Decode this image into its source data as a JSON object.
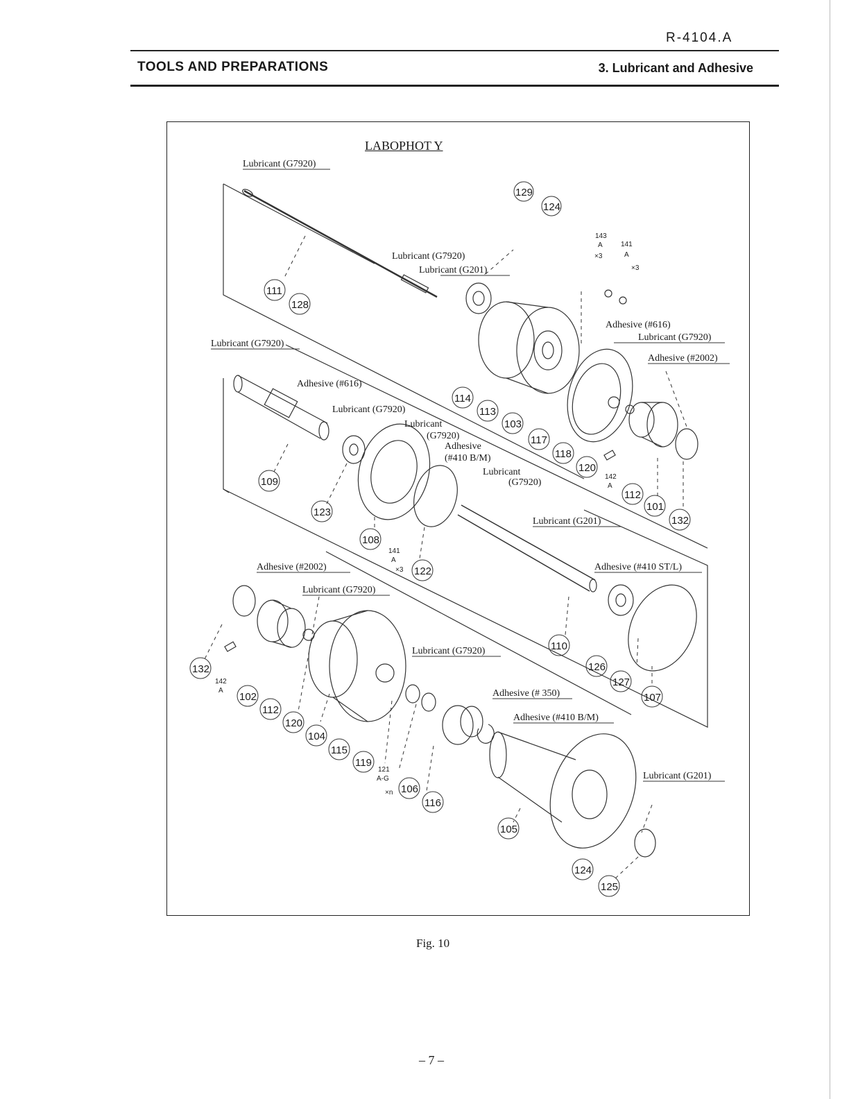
{
  "header": {
    "doc_id": "R-4104.A",
    "section_left": "TOOLS AND PREPARATIONS",
    "section_right": "3. Lubricant and Adhesive"
  },
  "figure": {
    "title": "LABOPHOT Y",
    "caption": "Fig. 10",
    "labels": [
      {
        "id": "l1",
        "text": "Lubricant (G7920)"
      },
      {
        "id": "l2",
        "text": "Lubricant (G7920)"
      },
      {
        "id": "l3",
        "text": "Lubricant (G201)"
      },
      {
        "id": "l4",
        "text": "Adhesive (#616)"
      },
      {
        "id": "l5",
        "text": "Lubricant (G7920)"
      },
      {
        "id": "l6",
        "text": "Adhesive (#2002)"
      },
      {
        "id": "l7",
        "text": "Lubricant (G7920)"
      },
      {
        "id": "l8",
        "text": "Adhesive (#616)"
      },
      {
        "id": "l9",
        "text": "Lubricant (G7920)"
      },
      {
        "id": "l10a",
        "text": "Lubricant"
      },
      {
        "id": "l10b",
        "text": "(G7920)"
      },
      {
        "id": "l11a",
        "text": "Adhesive"
      },
      {
        "id": "l11b",
        "text": "(#410 B/M)"
      },
      {
        "id": "l12a",
        "text": "Lubricant"
      },
      {
        "id": "l12b",
        "text": "(G7920)"
      },
      {
        "id": "l13",
        "text": "Lubricant (G201)"
      },
      {
        "id": "l14",
        "text": "Adhesive (#410 ST/L)"
      },
      {
        "id": "l15",
        "text": "Adhesive (#2002)"
      },
      {
        "id": "l16",
        "text": "Lubricant (G7920)"
      },
      {
        "id": "l17",
        "text": "Lubricant (G7920)"
      },
      {
        "id": "l18",
        "text": "Adhesive (# 350)"
      },
      {
        "id": "l19",
        "text": "Adhesive (#410 B/M)"
      },
      {
        "id": "l20",
        "text": "Lubricant (G201)"
      }
    ],
    "callouts": [
      "129",
      "124",
      "111",
      "128",
      "114",
      "113",
      "103",
      "117",
      "118",
      "120",
      "112",
      "101",
      "132",
      "109",
      "123",
      "108",
      "122",
      "110",
      "126",
      "127",
      "107",
      "132",
      "102",
      "112",
      "120",
      "104",
      "115",
      "119",
      "106",
      "116",
      "105",
      "124",
      "125"
    ],
    "small_marks": {
      "m143": "143",
      "mA1": "A",
      "mx31": "×3",
      "m141a": "141",
      "mA2": "A",
      "mx3a": "×3",
      "m142a": "142",
      "mA3": "A",
      "m141b": "141",
      "mA4": "A",
      "mx3b": "×3",
      "m142b": "142",
      "mA5": "A",
      "m121": "121",
      "mAG": "A-G",
      "mxn": "×n"
    }
  },
  "footer": {
    "page": "– 7 –"
  }
}
